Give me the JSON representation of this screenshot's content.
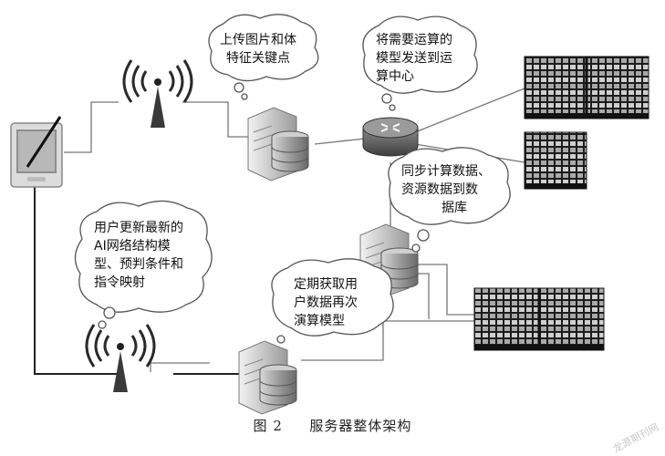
{
  "bubbles": {
    "upload": [
      "上传图片和体",
      "特征关键点"
    ],
    "send_model": [
      "将需要运算的",
      "模型发送到运",
      "算中心"
    ],
    "sync": [
      "同步计算数据、",
      "资源数据到数",
      "据库"
    ],
    "update": [
      "用户更新最新的",
      "AI网络结构模",
      "型、预判条件和",
      "指令映射"
    ],
    "periodic": [
      "定期获取用",
      "户数据再次",
      "演算模型"
    ]
  },
  "caption": {
    "figure_no": "图 2",
    "title": "服务器整体架构"
  },
  "watermark": "龙源期刊网"
}
